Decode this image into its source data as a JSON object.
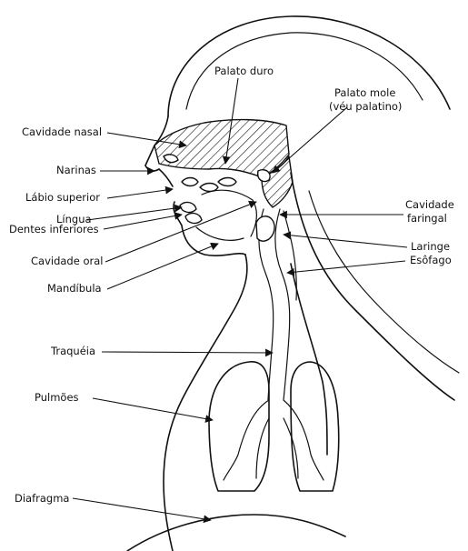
{
  "labels": {
    "palato_duro": "Palato duro",
    "palato_mole_1": "Palato mole",
    "palato_mole_2": "(véu palatino)",
    "cavidade_nasal": "Cavidade nasal",
    "narinas": "Narinas",
    "labio_superior": "Lábio superior",
    "lingua": "Língua",
    "dentes_inferiores": "Dentes inferiores",
    "cavidade_oral": "Cavidade oral",
    "mandibula": "Mandíbula",
    "cavidade_faringal_1": "Cavidade",
    "cavidade_faringal_2": "faringal",
    "laringe": "Laringe",
    "esofago": "Esôfago",
    "traqueia": "Traquéia",
    "pulmoes": "Pulmões",
    "diafragma": "Diafragma"
  }
}
